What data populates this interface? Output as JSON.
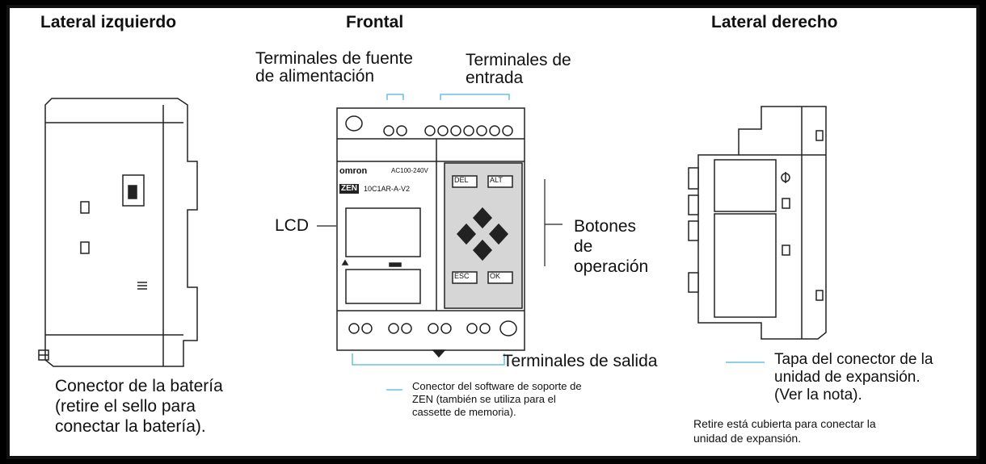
{
  "headings": {
    "left": "Lateral izquierdo",
    "front": "Frontal",
    "right": "Lateral derecho"
  },
  "labels": {
    "power_terminals": "Terminales de fuente\nde alimentación",
    "input_terminals": "Terminales de\nentrada",
    "lcd": "LCD",
    "operation_buttons": "Botones\nde\noperación",
    "output_terminals": "Terminales de salida",
    "battery_connector": "Conector de la batería\n(retire el sello para\nconectar la batería).",
    "software_connector": "Conector del software de soporte de\nZEN (también se utiliza para el\ncassette de memoria).",
    "expansion_cover": "Tapa del conector de la\nunidad de expansión.\n(Ver la nota).",
    "expansion_note": "Retire está cubierta para conectar la\nunidad de expansión."
  },
  "device": {
    "brand": "omron",
    "model": "10C1AR-A-V2",
    "voltage": "AC100-240V",
    "logo": "ZEN",
    "buttons": [
      "DEL",
      "ALT",
      "ESC",
      "OK"
    ]
  }
}
